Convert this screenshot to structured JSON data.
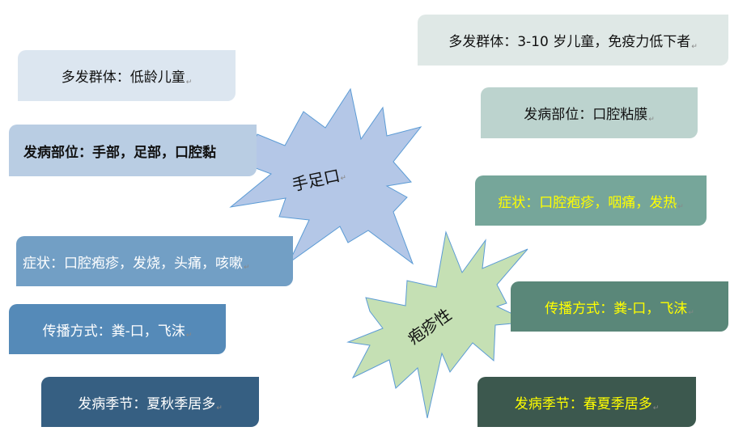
{
  "left": {
    "center": "手足口",
    "boxes": [
      {
        "label": "多发群体：低龄儿童",
        "bg": "#dce6f0",
        "color": "#111111"
      },
      {
        "label": "发病部位：手部，足部，口腔黏",
        "bg": "#b9cde3",
        "color": "#111111"
      },
      {
        "label": "症状：口腔疱疹，发烧，头痛，咳嗽",
        "bg": "#729fc5",
        "color": "#ffffff"
      },
      {
        "label": "传播方式：粪-口，飞沫",
        "bg": "#558ab8",
        "color": "#ffffff"
      },
      {
        "label": "发病季节：夏秋季居多",
        "bg": "#365f82",
        "color": "#ffffff"
      }
    ],
    "star_fill": "#b4c7e7",
    "star_stroke": "#5b9bd5"
  },
  "right": {
    "center": "疱疹性",
    "boxes": [
      {
        "label": "多发群体：3-10 岁儿童，免疫力低下者",
        "bg": "#dfe8e6",
        "color": "#111111"
      },
      {
        "label": "发病部位：口腔粘膜",
        "bg": "#bcd3ce",
        "color": "#111111"
      },
      {
        "label": "症状：口腔疱疹，咽痛，发热",
        "bg": "#76a69a",
        "color": "#ffff00"
      },
      {
        "label": "传播方式：粪-口，飞沫",
        "bg": "#5a8779",
        "color": "#ffff00"
      },
      {
        "label": "发病季节：春夏季居多",
        "bg": "#3c584e",
        "color": "#ffff00"
      }
    ],
    "star_fill": "#c5e0b4",
    "star_stroke": "#5b9bd5"
  },
  "paragraph_mark": "↵"
}
